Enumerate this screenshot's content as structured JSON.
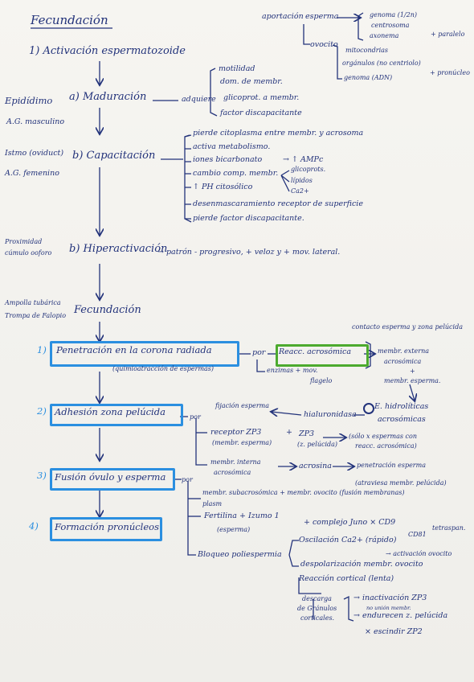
{
  "title": "Fecundación",
  "top_right": {
    "aportacion": "aportación",
    "esperma": "esperma",
    "esperma_items": [
      "genoma (1/2n)",
      "centrosoma",
      "axonema"
    ],
    "esperma_sign": "+ paralelo",
    "ovocito": "ovocito",
    "ovocito_items": [
      "mitocondrias",
      "orgánulos (no centriolo)",
      "genoma (ADN)"
    ],
    "ovocito_sign": "+ pronúcleo"
  },
  "step1": {
    "heading": "1) Activación espermatozoide",
    "a_label": "a) Maduración",
    "a_verb": "adquiere",
    "a_items": [
      "motilidad",
      "dom. de membr.",
      "glicoprot. a membr.",
      "factor discapacitante"
    ],
    "loc_a": [
      "Epidídimo",
      "A.G. masculino"
    ],
    "b_label": "b) Capacitación",
    "loc_b": [
      "Istmo (oviduct)",
      "A.G. femenino"
    ],
    "b_items": [
      "pierde citoplasma entre membr. y acrosoma",
      "activa metabolismo.",
      "iones bicarbonato",
      "cambio comp. membr.",
      "↑ PH citosólico",
      "desenmascaramiento receptor de superficie",
      "pierde factor discapacitante."
    ],
    "bicarb_result": "→ ↑ AMPc",
    "comp_items": [
      "glicoprots.",
      "lípidos",
      "Ca2+"
    ],
    "c_label": "b) Hiperactivación",
    "loc_c": [
      "Proximidad",
      "cúmulo ooforo"
    ],
    "c_desc": "→ patrón - progresivo, + veloz y + mov. lateral."
  },
  "fec": {
    "loc": [
      "Ampolla tubárica",
      "Trompa de Falopio"
    ],
    "heading": "Fecundación"
  },
  "steps": [
    {
      "num": "1)",
      "label": "Penetración en la corona radiada",
      "sub": "(quimioatracción de espermas)"
    },
    {
      "num": "2)",
      "label": "Adhesión zona pelúcida"
    },
    {
      "num": "3)",
      "label": "Fusión óvulo y esperma"
    },
    {
      "num": "4)",
      "label": "Formación pronúcleos"
    }
  ],
  "penetracion": {
    "por": "por",
    "reac": "Reacc. acrosómica",
    "contacto": "contacto esperma y zona pelúcida",
    "membr": [
      "membr. externa",
      "acrosómica",
      "+",
      "membr. esperma."
    ],
    "enzimas": "enzimas + mov.",
    "flagelo": "flagelo"
  },
  "adhesion": {
    "por": "por",
    "fijacion": "fijación esperma",
    "hialuronidasa": "hialuronidasa",
    "hidroliticas": [
      "E. hidrolíticas",
      "acrosómicas"
    ],
    "receptor": [
      "receptor ZP3",
      "(membr. esperma)"
    ],
    "zp3": [
      "ZP3",
      "(z. pelúcida)"
    ],
    "solo": [
      "(sólo x espermas con",
      "reacc. acrosómica)"
    ],
    "membr_interna": [
      "membr. interna",
      "acrosómica"
    ],
    "acrosina": "acrosina",
    "penetracion": [
      "penetración esperma",
      "(atraviesa membr. pelúcida)"
    ]
  },
  "fusion": {
    "por": "por",
    "line1": "membr. subacrosómica + membr. ovocito (fusión membranas)",
    "plasm": "plasm",
    "fertilina": [
      "Fertilina + Izumo 1",
      "(esperma)"
    ],
    "complejo": "+ complejo Juno × CD9",
    "cd81": "CD81",
    "tetraspan": "tetraspan.",
    "bloqueo": "Bloqueo poliespermia",
    "oscilacion": "Oscilación Ca2+ (rápido)",
    "activacion": "→ activación ovocito",
    "despolarizacion": "despolarización membr. ovocito",
    "reaccion": "Reacción cortical (lenta)",
    "descarga": [
      "descarga",
      "de Gránulos",
      "corticales."
    ],
    "inactivacion": "→ inactivación ZP3",
    "inact_note": "no unión membr.",
    "endurecen": "→ endurecen z. pelúcida",
    "escindir": "× escindir ZP2"
  }
}
